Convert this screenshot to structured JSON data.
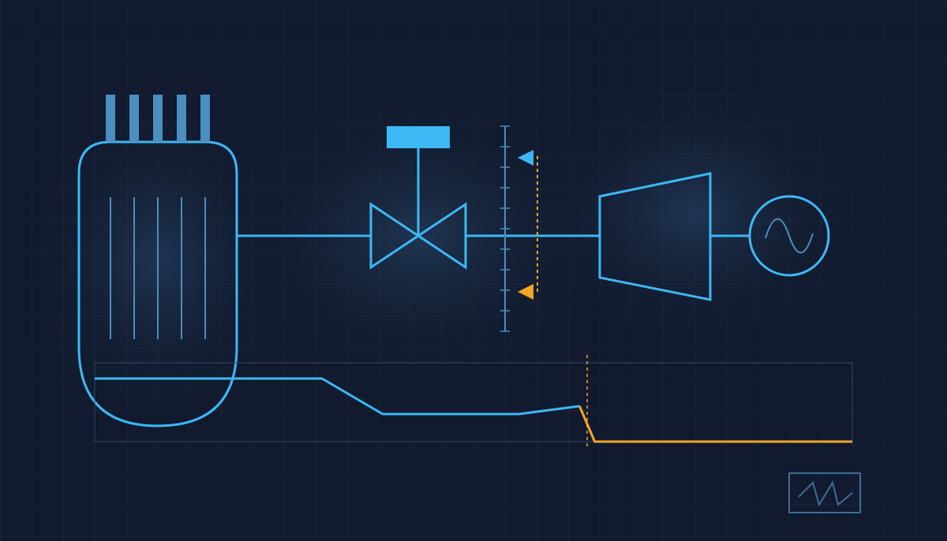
{
  "palette": {
    "background": "#111a2e",
    "grid": "#1c2a44",
    "primary": "#3db8f5",
    "primary_dim": "#4a8fc0",
    "alert": "#f5a623",
    "panel_border": "#2c4a6a"
  },
  "components": {
    "reactor_vessel": {
      "control_rods": 5,
      "fuel_rods": 5
    },
    "control_valve": {},
    "setpoint_scale": {
      "ticks": 11,
      "markers": [
        {
          "status": "normal"
        },
        {
          "status": "alert"
        }
      ]
    },
    "turbine": {},
    "generator": {},
    "trend_chart": {}
  },
  "chart_data": {
    "type": "line",
    "title": "",
    "xlabel": "",
    "ylabel": "",
    "series": [
      {
        "status": "normal",
        "x": [
          0,
          30,
          38,
          56,
          64
        ],
        "y": [
          80,
          80,
          35,
          35,
          45
        ]
      },
      {
        "status": "alert",
        "x": [
          64,
          66,
          100
        ],
        "y": [
          45,
          0,
          0
        ]
      }
    ],
    "event_marker_x": 65,
    "xlim": [
      0,
      100
    ],
    "ylim": [
      0,
      100
    ],
    "grid": false
  },
  "icons": {
    "generator_symbol": "sine-wave-icon",
    "trend_widget": "sawtooth-icon"
  }
}
